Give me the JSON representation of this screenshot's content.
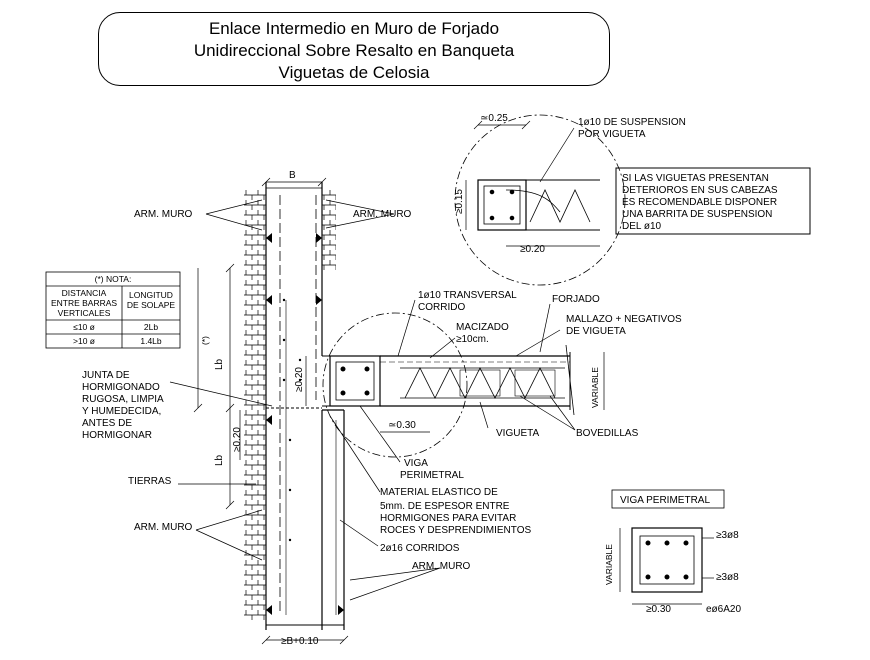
{
  "title": {
    "line1": "Enlace Intermedio en Muro de Forjado",
    "line2": "Unidireccional Sobre Resalto en Banqueta",
    "line3": "Viguetas de Celosia"
  },
  "dimensions": {
    "B": "B",
    "suspension_width": "≃0.25",
    "suspension_height": "≥0.15",
    "suspension_length": "≥0.20",
    "lb_upper": "Lb",
    "lb_lower": "Lb",
    "ge020_upper": "≥0.20",
    "ge020_lower": "≥0.20",
    "star": "(*)",
    "bearing": "≃0.30",
    "base_width": "≥B+0.10",
    "variable_slab": "VARIABLE",
    "variable_viga": "VARIABLE",
    "viga_width": "≥0.30"
  },
  "labels": {
    "arm_muro_tl": "ARM. MURO",
    "arm_muro_tr": "ARM. MURO",
    "arm_muro_bl": "ARM. MURO",
    "arm_muro_br": "ARM. MURO",
    "susp1": "1ø10 DE SUSPENSION",
    "susp2": "POR VIGUETA",
    "transversal1": "1ø10 TRANSVERSAL",
    "transversal2": "CORRIDO",
    "forjado": "FORJADO",
    "mallazo1": "MALLAZO + NEGATIVOS",
    "mallazo2": "DE VIGUETA",
    "macizado1": "MACIZADO",
    "macizado2": "≥10cm.",
    "junta": [
      "JUNTA DE",
      "HORMIGONADO",
      "RUGOSA, LIMPIA",
      "Y HUMEDECIDA,",
      "ANTES DE",
      "HORMIGONAR"
    ],
    "tierras": "TIERRAS",
    "vigueta": "VIGUETA",
    "bovedillas": "BOVEDILLAS",
    "viga1": "VIGA",
    "viga2": "PERIMETRAL",
    "material": [
      "MATERIAL ELASTICO DE",
      "5mm. DE ESPESOR ENTRE",
      "HORMIGONES PARA EVITAR",
      "ROCES Y DESPRENDIMIENTOS"
    ],
    "corridos": "2ø16 CORRIDOS",
    "note": [
      "SI LAS VIGUETAS PRESENTAN",
      "DETERIOROS EN SUS CABEZAS",
      "ES RECOMENDABLE DISPONER",
      "UNA BARRITA DE SUSPENSION",
      "DEL ø10"
    ],
    "viga_perimetral_title": "VIGA PERIMETRAL",
    "rebar_top": "≥3ø8",
    "rebar_bottom": "≥3ø8",
    "stirrups": "eø6A20"
  },
  "nota_table": {
    "title": "(*) NOTA:",
    "headers": [
      "DISTANCIA ENTRE BARRAS VERTICALES",
      "LONGITUD DE SOLAPE"
    ],
    "rows": [
      [
        "≤10 ø",
        "2Lb"
      ],
      [
        ">10 ø",
        "1.4Lb"
      ]
    ]
  }
}
